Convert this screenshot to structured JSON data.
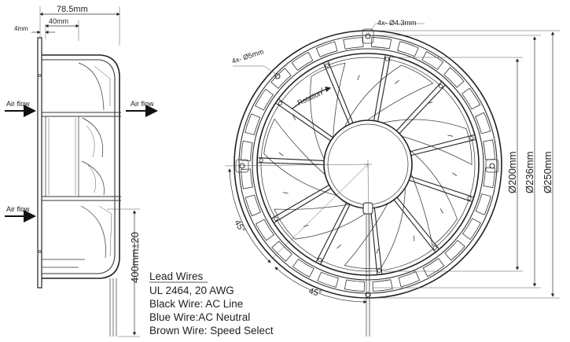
{
  "side_view": {
    "overall_depth": "78.5mm",
    "flange_thickness": "4mm",
    "motor_depth": "40mm",
    "airflow_label": "Air flow",
    "wire_length": "400mm±20"
  },
  "front_view": {
    "mount_holes": "4x- Ø4.3mm",
    "flange_holes": "4x- Ø5mm",
    "rotation_label": "Rotation",
    "angle_1": "45°",
    "angle_2": "45°",
    "dia_200": "Ø200mm",
    "dia_236": "Ø236mm",
    "dia_250": "Ø250mm"
  },
  "lead_wires": {
    "title": "Lead Wires",
    "spec": "UL 2464, 20 AWG",
    "black": "Black Wire: AC Line",
    "blue": "Blue Wire:AC Neutral",
    "brown": "Brown Wire: Speed Select"
  }
}
